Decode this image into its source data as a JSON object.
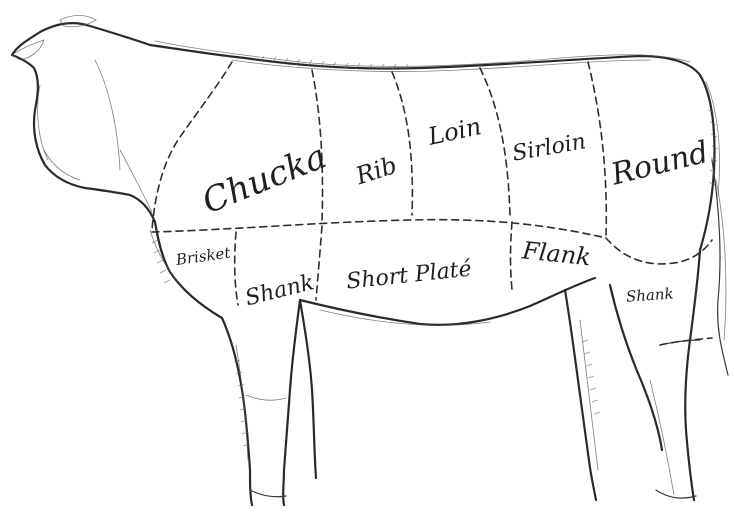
{
  "cuts": [
    {
      "id": "chucka",
      "label": "Chucka"
    },
    {
      "id": "rib",
      "label": "Rib"
    },
    {
      "id": "loin",
      "label": "Loin"
    },
    {
      "id": "sirloin",
      "label": "Sirloin"
    },
    {
      "id": "round",
      "label": "Round"
    },
    {
      "id": "brisket",
      "label": "Brisket"
    },
    {
      "id": "shank-front",
      "label": "Shank"
    },
    {
      "id": "short-plate",
      "label": "Short Platé"
    },
    {
      "id": "flank",
      "label": "Flank"
    },
    {
      "id": "shank-hind",
      "label": "Shank"
    }
  ],
  "colors": {
    "background": "#ffffff",
    "ink": "#2a2a2a"
  }
}
